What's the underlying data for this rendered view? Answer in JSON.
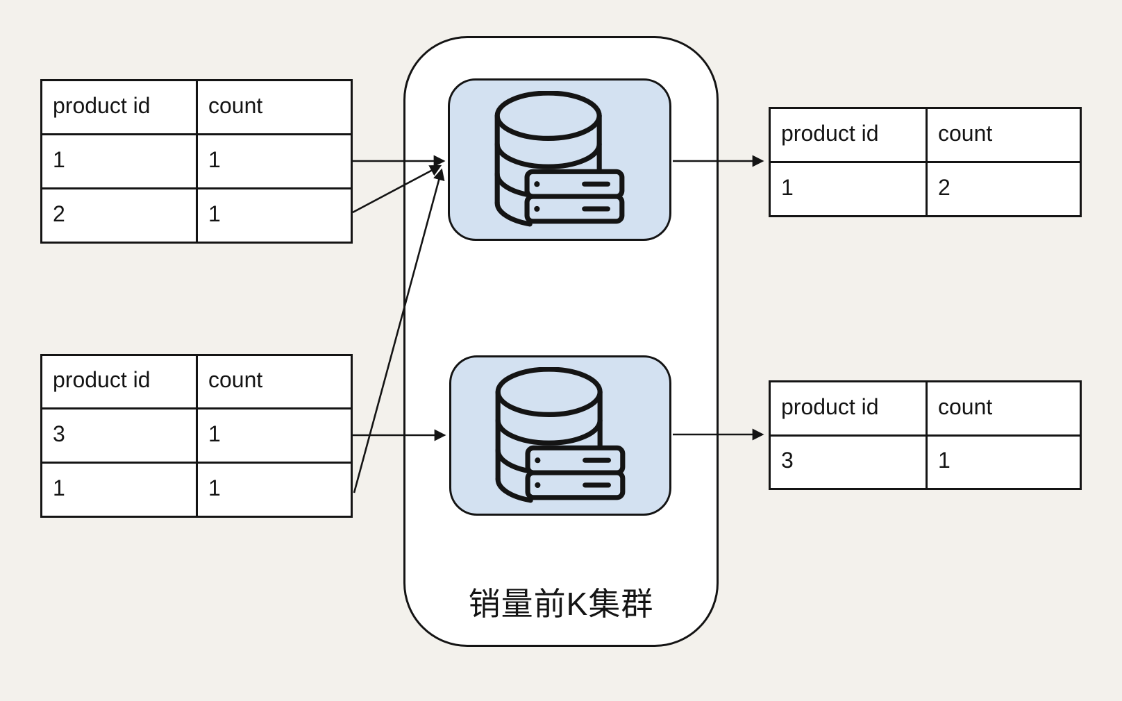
{
  "cluster": {
    "label": "销量前K集群"
  },
  "tables": {
    "headers": [
      "product id",
      "count"
    ],
    "input_top": {
      "rows": [
        [
          "1",
          "1"
        ],
        [
          "2",
          "1"
        ]
      ]
    },
    "input_bottom": {
      "rows": [
        [
          "3",
          "1"
        ],
        [
          "1",
          "1"
        ]
      ]
    },
    "output_top": {
      "rows": [
        [
          "1",
          "2"
        ]
      ]
    },
    "output_bottom": {
      "rows": [
        [
          "3",
          "1"
        ]
      ]
    }
  },
  "icons": {
    "node_icon": "database-server-icon"
  },
  "colors": {
    "background": "#f3f1ec",
    "node_fill": "#d3e1f1",
    "cluster_fill": "#ffffff",
    "stroke": "#141414"
  }
}
